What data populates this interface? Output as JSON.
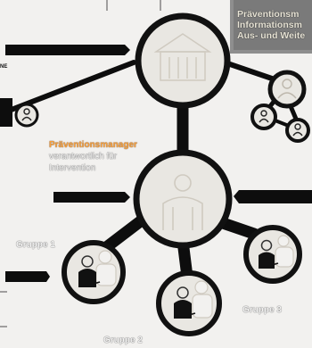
{
  "top_right": {
    "line1": "Präventionsm",
    "line2": "Informationsm",
    "line3": "Aus- und Weite"
  },
  "left_edge_text": "NE",
  "center_label": {
    "title": "Präventionsmanager",
    "line2": "verantwortlich für",
    "line3": "Intervention"
  },
  "groups": {
    "g1": "Gruppe 1",
    "g2": "Gruppe 2",
    "g3": "Gruppe 3"
  },
  "colors": {
    "dark": "#0d0d0d",
    "node_fill": "#e9e7e2",
    "ring": "#111111",
    "orange": "#f7a03c",
    "panel_gray": "#9a9a9a"
  },
  "icons": {
    "top_node": "building-icon",
    "center_node": "manager-person-icon",
    "group_nodes": "group-people-icon",
    "small_nodes": "person-icon"
  }
}
